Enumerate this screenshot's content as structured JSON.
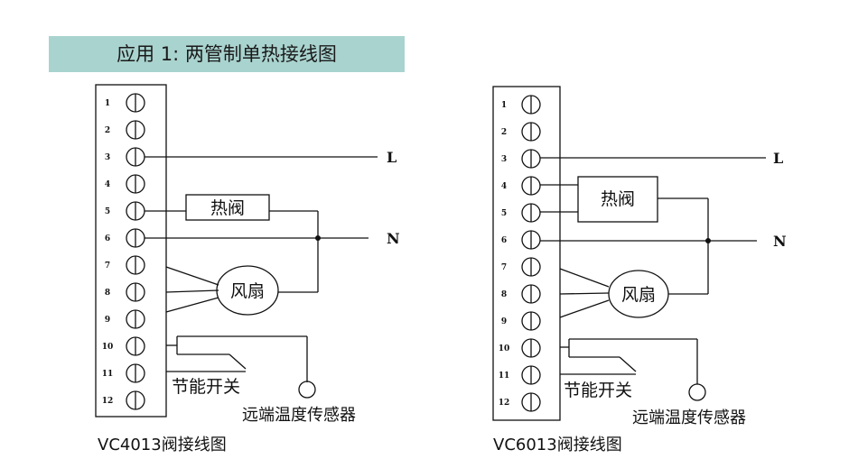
{
  "title": "应用 1: 两管制单热接线图",
  "terminals": [
    "1",
    "2",
    "3",
    "4",
    "5",
    "6",
    "7",
    "8",
    "9",
    "10",
    "11",
    "12"
  ],
  "power": {
    "live": "L",
    "neutral": "N"
  },
  "components": {
    "valve": "热阀",
    "fan": "风扇",
    "switch": "节能开关",
    "sensor": "远端温度传感器"
  },
  "diagrams": [
    {
      "caption": "VC4013阀接线图"
    },
    {
      "caption": "VC6013阀接线图"
    }
  ],
  "colors": {
    "title_bg": "#a9d3cf",
    "line": "#111111"
  }
}
